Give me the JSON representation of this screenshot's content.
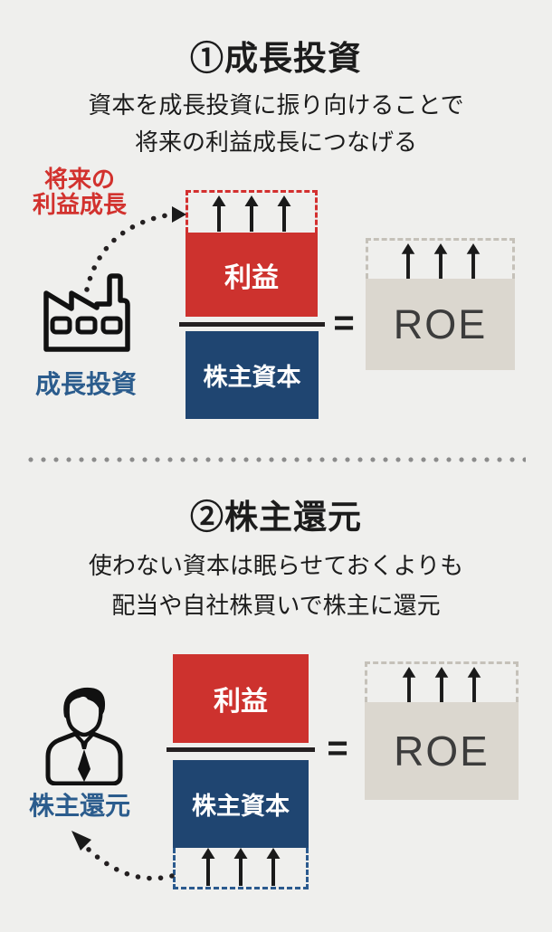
{
  "colors": {
    "background": "#efefed",
    "red": "#cd322e",
    "navy": "#1f4571",
    "label_blue": "#2b5c8d",
    "red_label": "#d2322e",
    "roe_bg": "#dbd7cf",
    "roe_text": "#3c3c3c",
    "ink": "#1c1c1c",
    "divider_dot": "#8b8b8b",
    "gray_dash": "#c5c1b9"
  },
  "icons": {
    "factory": "factory-icon",
    "businessman": "businessman-icon",
    "up_arrow": "up-arrow-icon",
    "dotted_curve_arrow": "dotted-curve-arrow-icon"
  },
  "section1": {
    "title": "①成長投資",
    "subtitle_lines": [
      "資本を成長投資に振り向けることで",
      "将来の利益成長につなげる"
    ],
    "future_growth_label_lines": [
      "将来の",
      "利益成長"
    ],
    "factory_label": "成長投資",
    "numerator_label": "利益",
    "denominator_label": "株主資本",
    "equals_sign": "=",
    "roe_label": "ROE"
  },
  "section2": {
    "title": "②株主還元",
    "subtitle_lines": [
      "使わない資本は眠らせておくよりも",
      "配当や自社株買いで株主に還元"
    ],
    "person_label": "株主還元",
    "numerator_label": "利益",
    "denominator_label": "株主資本",
    "equals_sign": "=",
    "roe_label": "ROE"
  }
}
